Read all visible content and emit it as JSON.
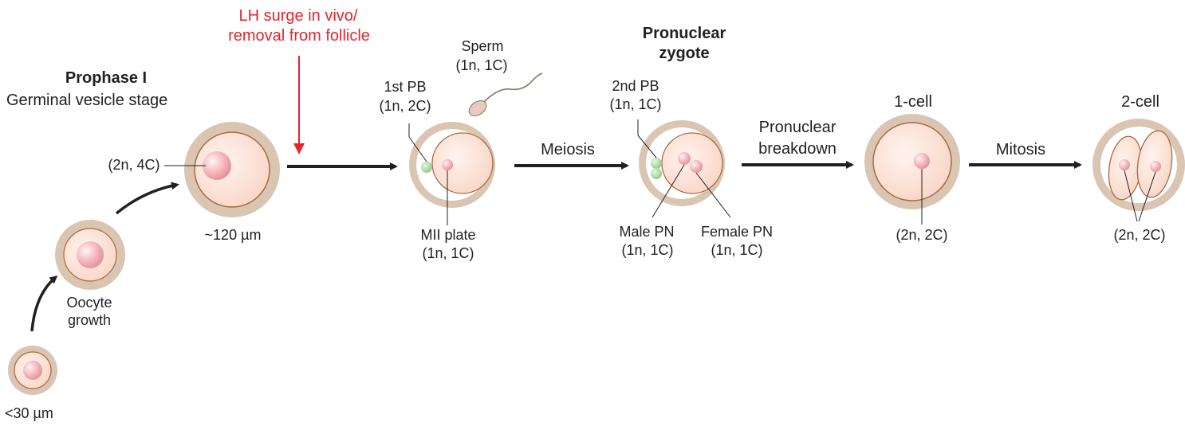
{
  "labels": {
    "lh_line1": "LH surge in vivo/",
    "lh_line2": "removal from follicle",
    "prophase_title": "Prophase I",
    "prophase_sub": "Germinal vesicle stage",
    "gv_ploidy": "(2n, 4C)",
    "size_120": "~120 µm",
    "oocyte_growth_1": "Oocyte",
    "oocyte_growth_2": "growth",
    "size_30": "<30 µm",
    "sperm_1": "Sperm",
    "sperm_2": "(1n, 1C)",
    "first_pb_1": "1st PB",
    "first_pb_2": "(1n, 2C)",
    "mii_1": "MII plate",
    "mii_2": "(1n, 1C)",
    "meiosis": "Meiosis",
    "pronuclear_zygote_1": "Pronuclear",
    "pronuclear_zygote_2": "zygote",
    "second_pb_1": "2nd PB",
    "second_pb_2": "(1n, 1C)",
    "male_pn_1": "Male PN",
    "male_pn_2": "(1n, 1C)",
    "female_pn_1": "Female PN",
    "female_pn_2": "(1n, 1C)",
    "pn_breakdown_1": "Pronuclear",
    "pn_breakdown_2": "breakdown",
    "one_cell": "1-cell",
    "one_cell_ploidy": "(2n, 2C)",
    "mitosis": "Mitosis",
    "two_cell": "2-cell",
    "two_cell_ploidy": "(2n, 2C)"
  },
  "colors": {
    "zona": "#d9c5b2",
    "cytoplasm": "#fbe2d7",
    "membrane": "#a86a3c",
    "nucleus": "#f2b2b8",
    "polar_body": "#a8d9a0",
    "arrow": "#231f20",
    "lh_arrow": "#e3262b",
    "lh_text": "#e3262b"
  }
}
